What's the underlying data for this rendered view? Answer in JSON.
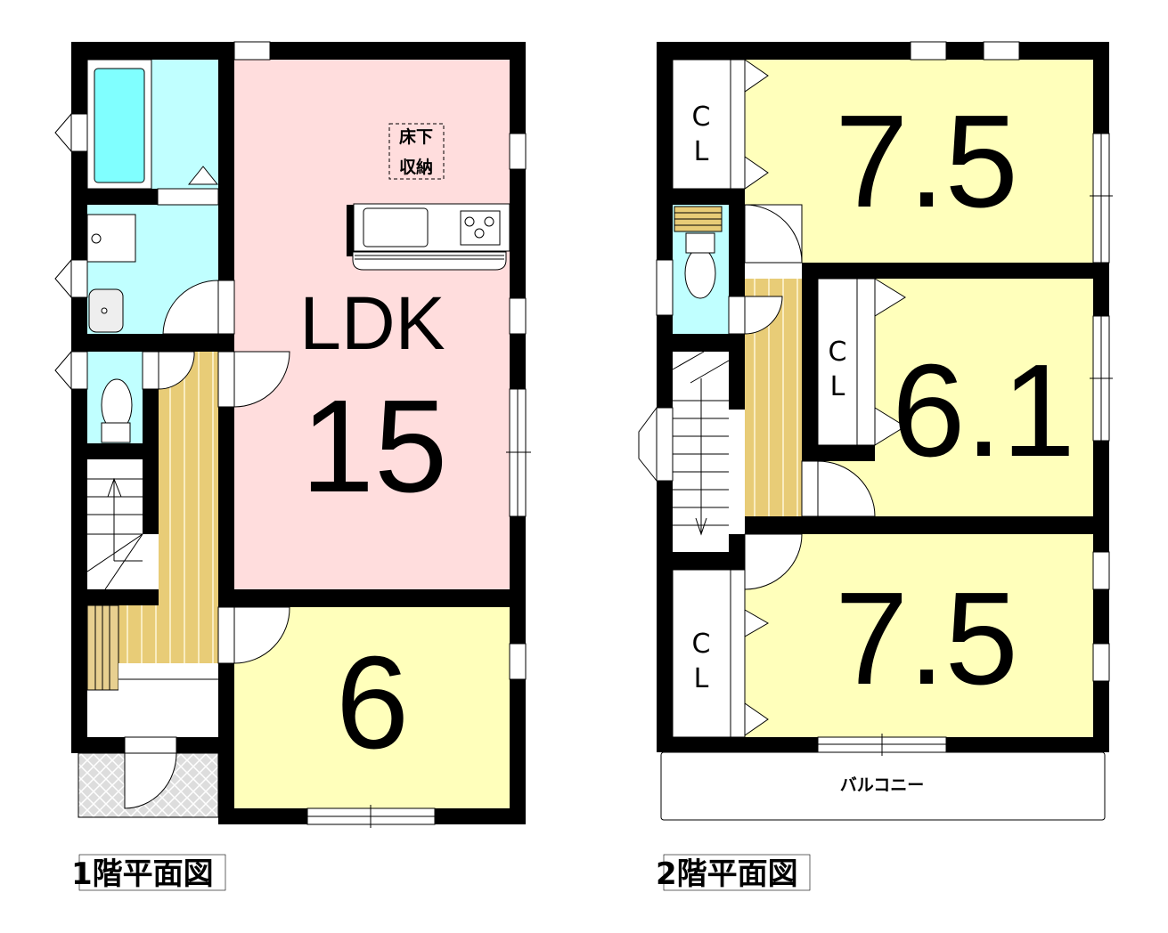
{
  "floor1": {
    "caption": "1階平面図",
    "ldk_label": "LDK",
    "ldk_size": "15",
    "room_size": "6",
    "storage_note_line1": "床下",
    "storage_note_line2": "収納"
  },
  "floor2": {
    "caption": "2階平面図",
    "room_top_size": "7.5",
    "room_mid_size": "6.1",
    "room_bottom_size": "7.5",
    "closet_label_c": "C",
    "closet_label_l": "L",
    "balcony_label": "バルコニー"
  },
  "colors": {
    "ldk": "#ffdddd",
    "room": "#ffffbb",
    "wet": "#c0ffff",
    "tub": "#80ffff",
    "floor_wood": "#e8cc77",
    "porch": "#dddddd"
  }
}
